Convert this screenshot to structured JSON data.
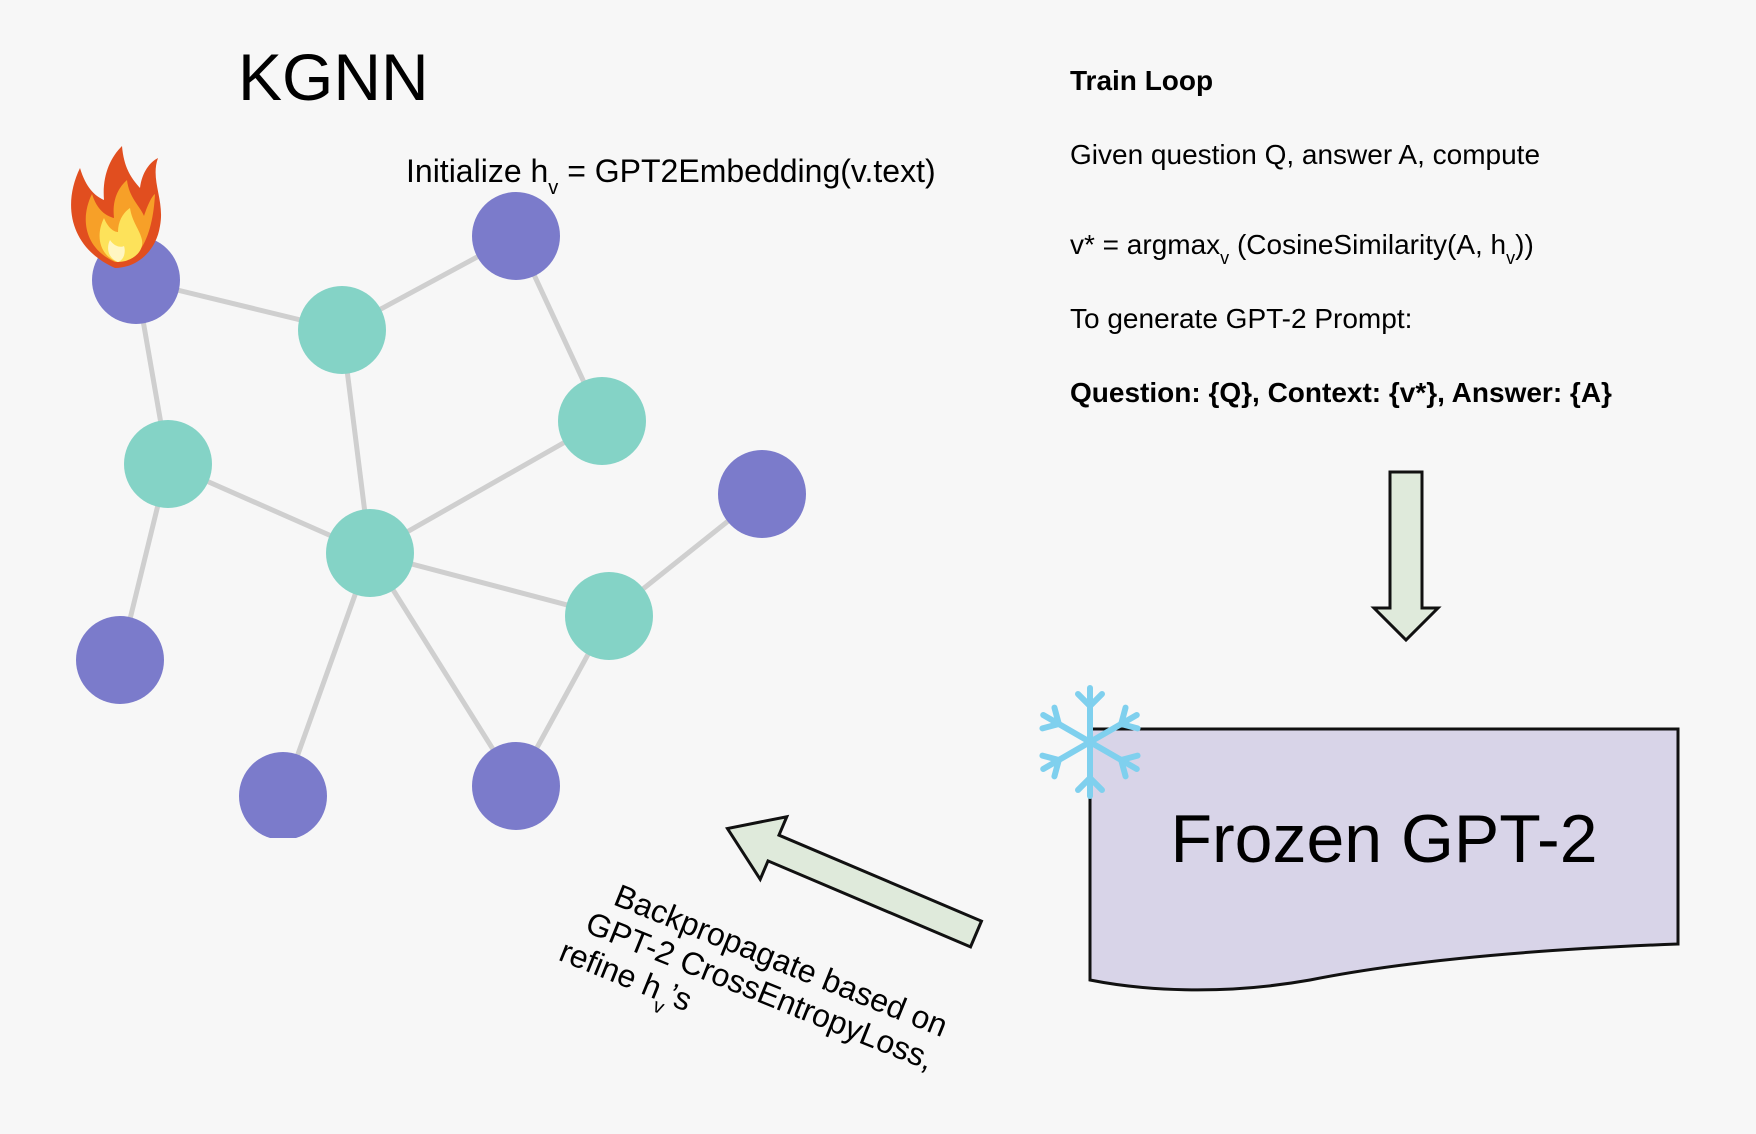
{
  "kgnn": {
    "title": "KGNN",
    "init_prefix": "Initialize h",
    "init_sub": "v",
    "init_suffix": " = GPT2Embedding(v.text)",
    "trainable_icon": "fire-icon"
  },
  "train_loop": {
    "heading": "Train Loop",
    "line1": "Given question Q, answer A, compute",
    "line2_prefix": "v* = argmax",
    "line2_sub1": "v",
    "line2_mid": " (CosineSimilarity(A, h",
    "line2_sub2": "v",
    "line2_suffix": "))",
    "line3": "To generate GPT-2 Prompt:",
    "prompt": "Question: {Q}, Context: {v*}, Answer: {A}"
  },
  "model": {
    "label": "Frozen GPT-2",
    "frozen_icon": "snowflake-icon",
    "box_color": "#d8d4e8"
  },
  "backprop": {
    "line1": "Backpropagate based on",
    "line2": "GPT-2 CrossEntropyLoss,",
    "line3_prefix": "refine h",
    "line3_sub": "v",
    "line3_suffix": "’s",
    "arrow_color": "#dfeadb"
  },
  "colors": {
    "teal_node": "#84d3c6",
    "purple_node": "#7b7bcb",
    "edge": "#cfcfcf",
    "background": "#f7f7f7"
  }
}
